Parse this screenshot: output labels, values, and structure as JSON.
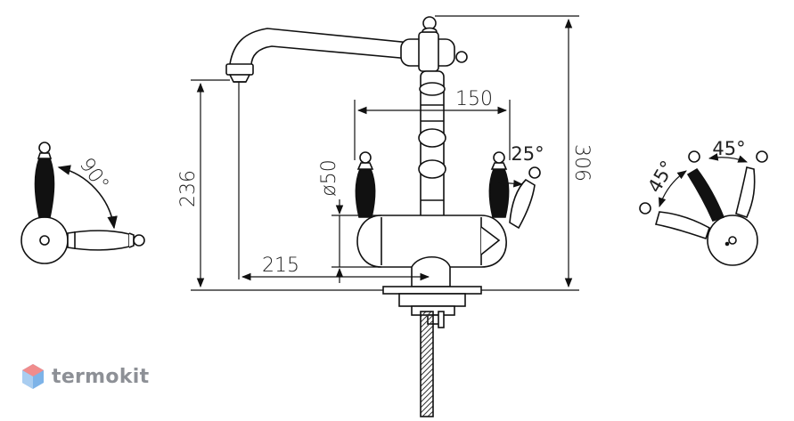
{
  "dimensions": {
    "total_height": "306",
    "spout_height": "236",
    "handle_spacing": "150",
    "spout_reach": "215",
    "handle_diameter": "ø50",
    "handle_tilt_angle": "25°",
    "side_rotation_angle": "90°",
    "right_rotation_angle_upper": "45°",
    "right_rotation_angle_lower": "45°"
  },
  "brand": {
    "name": "termokit",
    "logo_colors": [
      "#f08c8c",
      "#7db3e8"
    ]
  }
}
